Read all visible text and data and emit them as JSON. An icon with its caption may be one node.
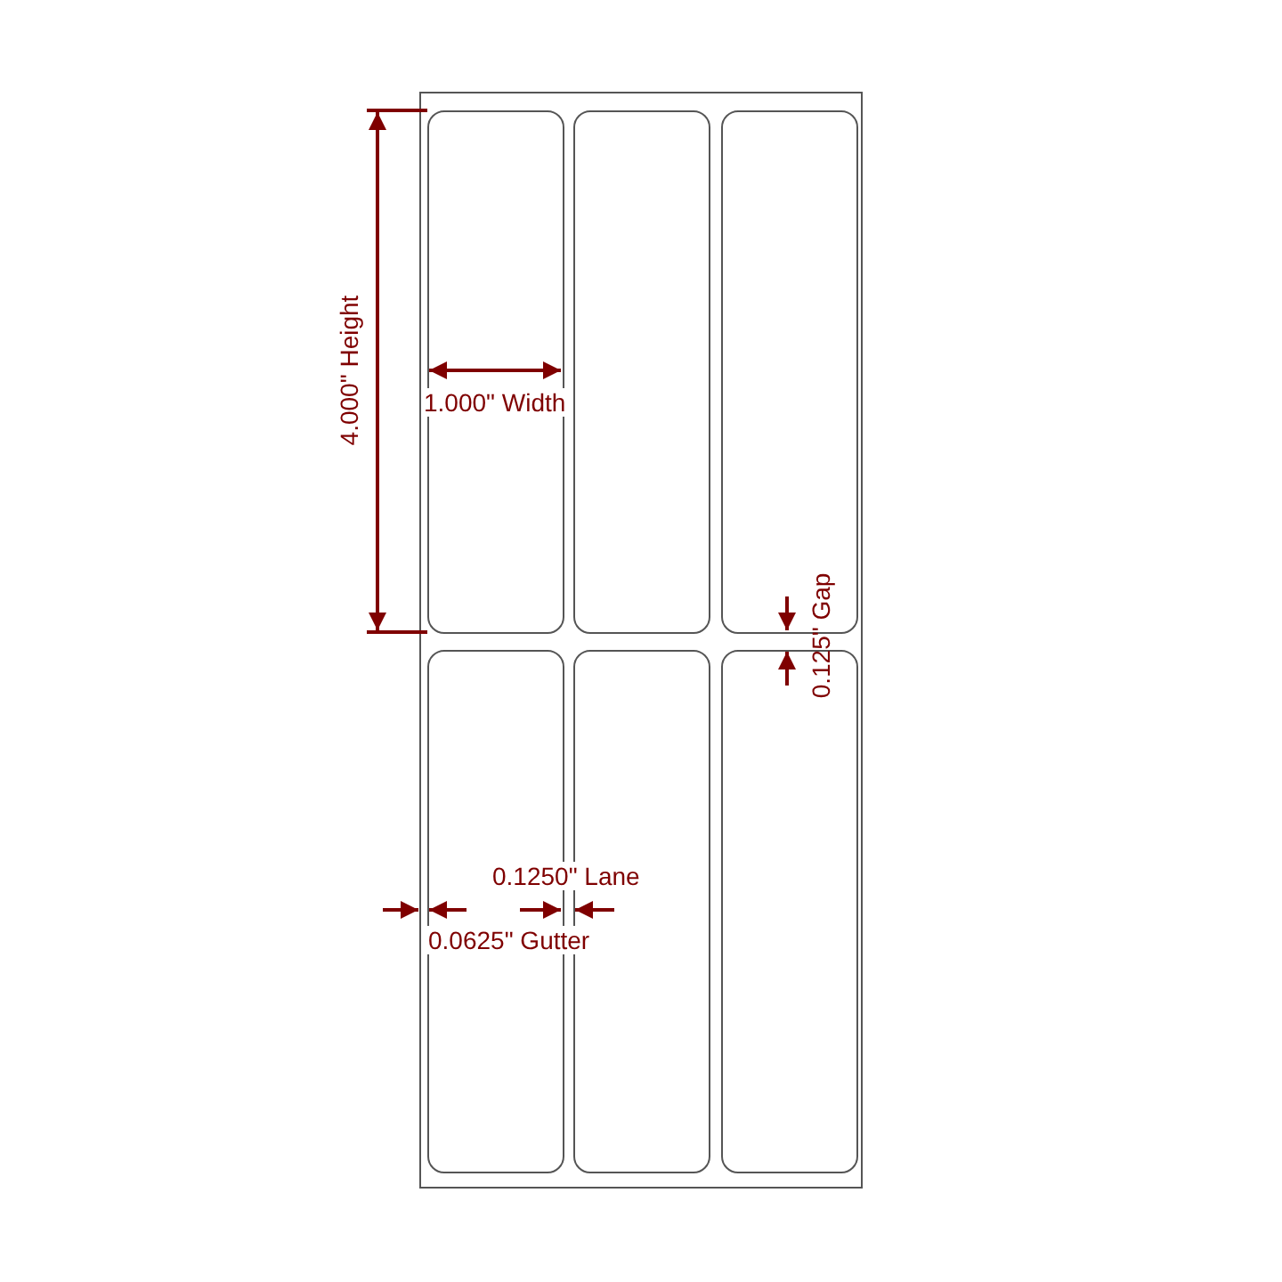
{
  "diagram": {
    "labels": [
      "4.000\" Height",
      "1.000\" Width",
      "0.125\" Gap",
      "0.1250\" Lane",
      "0.0625\" Gutter"
    ]
  }
}
